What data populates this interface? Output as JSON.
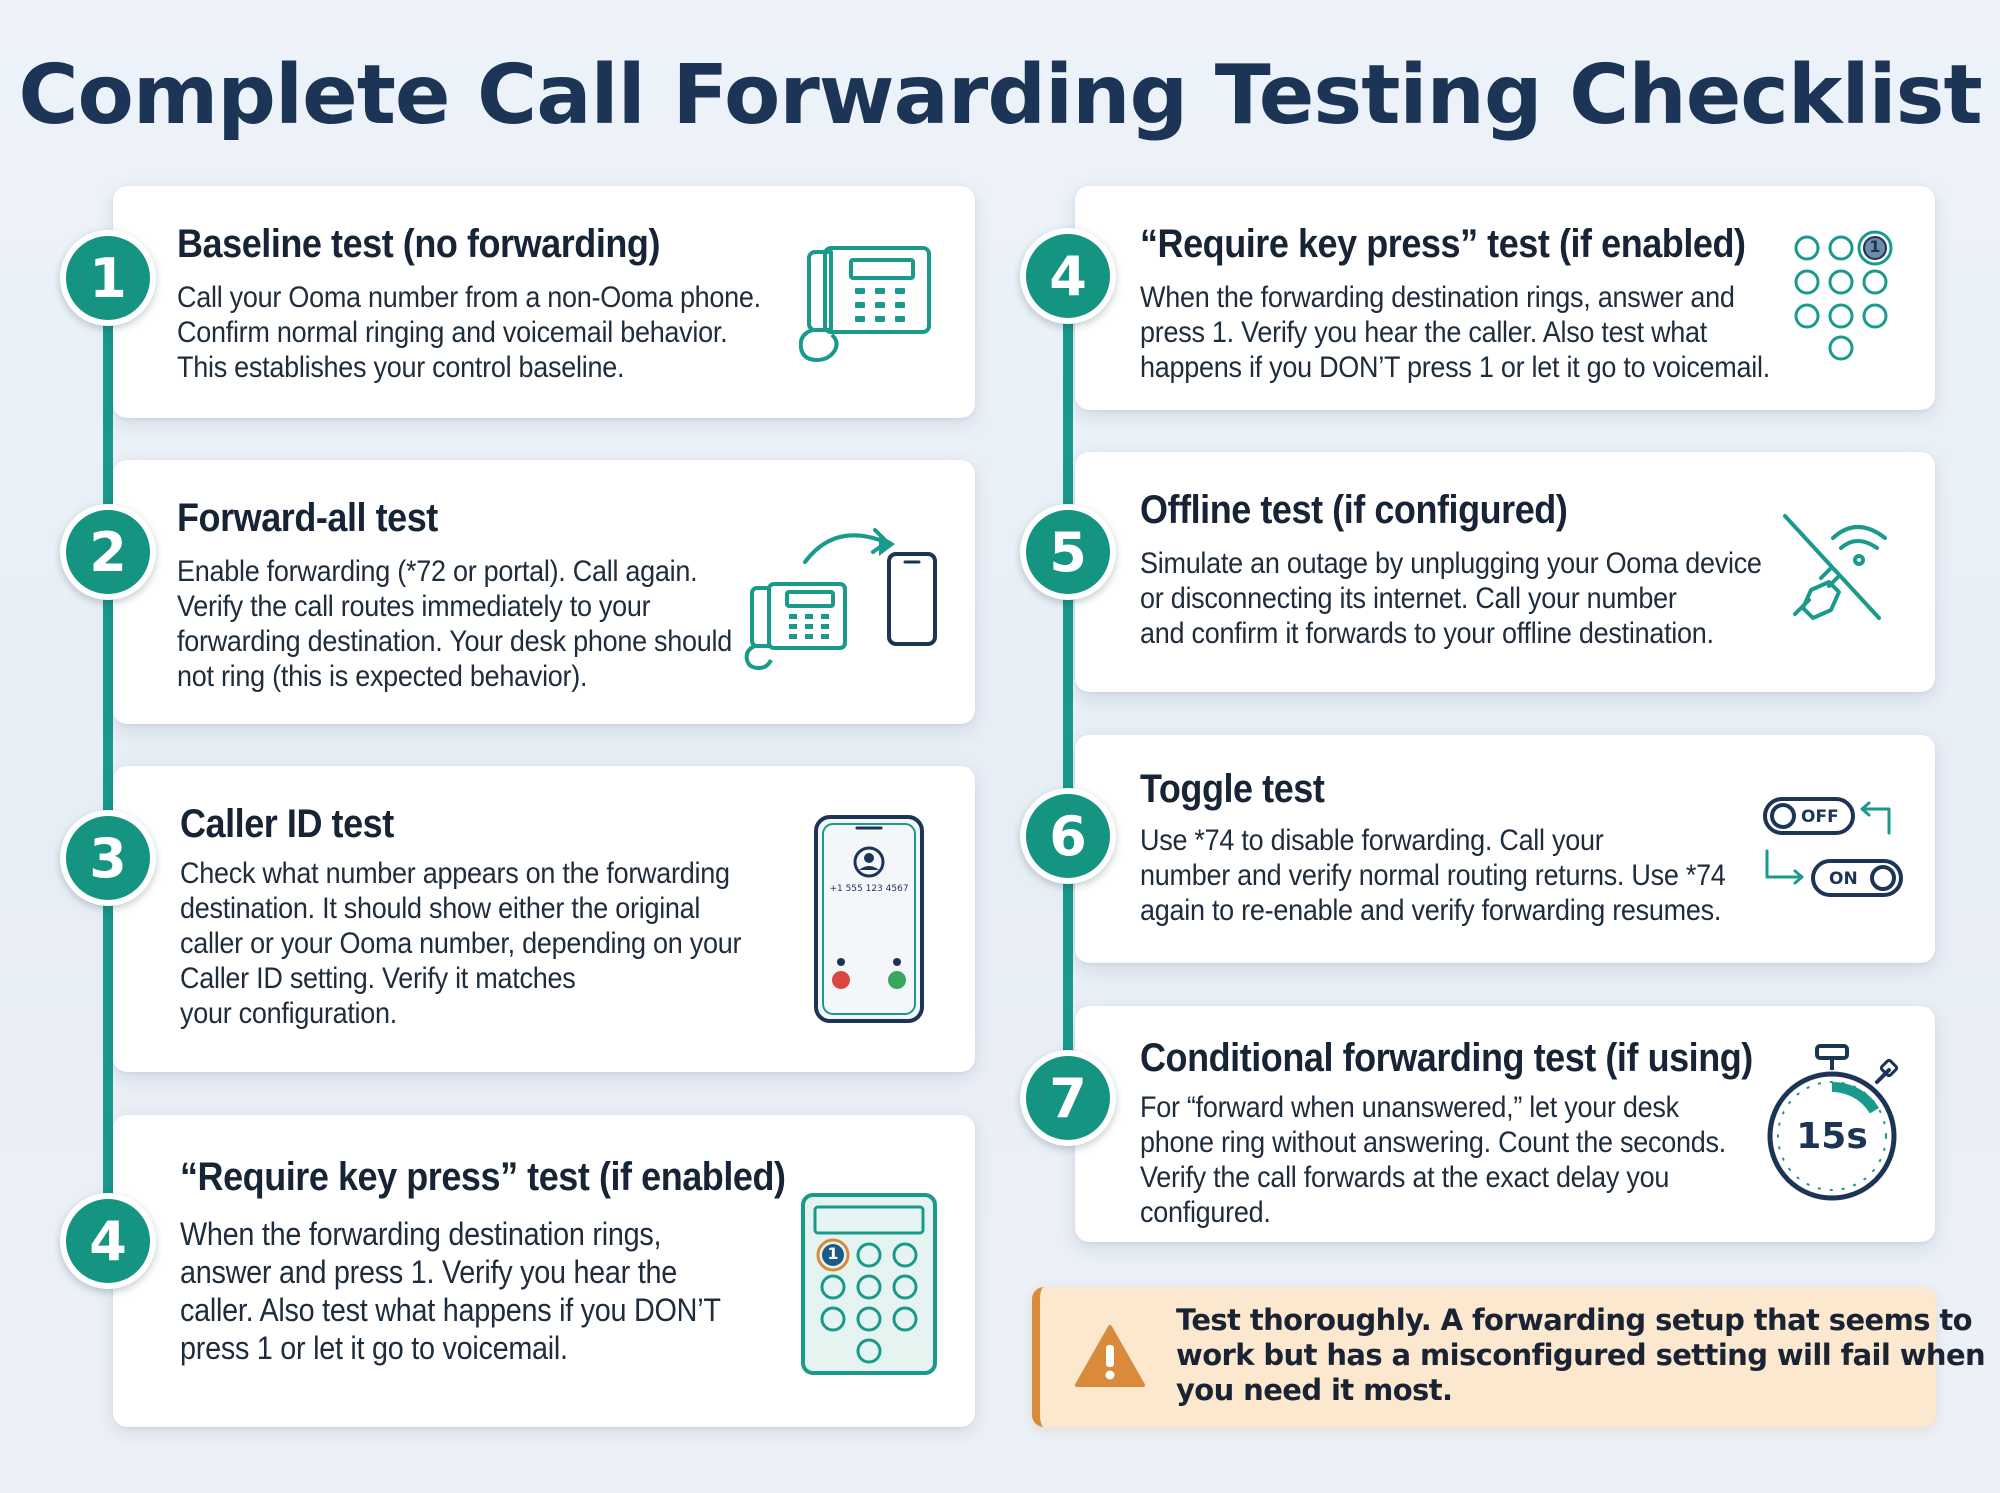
{
  "title": "Complete Call Forwarding Testing Checklist",
  "colors": {
    "teal": "#159482",
    "navy": "#1c3556",
    "warning_bg": "#fbe8cf",
    "warning_accent": "#d98a3a"
  },
  "left_steps": [
    {
      "number": "1",
      "title": "Baseline test (no forwarding)",
      "icon": "desk-phone-icon",
      "lines": [
        "Call your Ooma number from a non-Ooma phone.",
        "Confirm normal ringing and voicemail behavior.",
        "This establishes your control baseline."
      ]
    },
    {
      "number": "2",
      "title": "Forward-all test",
      "icon": "phone-forward-to-mobile-icon",
      "lines": [
        "Enable forwarding (*72 or portal). Call again.",
        "Verify the call routes immediately to your",
        "forwarding destination. Your desk phone should",
        "not ring (this is expected behavior)."
      ]
    },
    {
      "number": "3",
      "title": "Caller ID test",
      "icon": "mobile-caller-id-icon",
      "phone_number": "+1 555 123 4567",
      "lines": [
        "Check what number appears on the forwarding",
        "destination. It should show either the original",
        "caller or your Ooma number, depending on your",
        "Caller ID setting. Verify it matches",
        "your configuration."
      ]
    },
    {
      "number": "4",
      "title": "“Require key press” test (if enabled)",
      "icon": "keypad-phone-icon",
      "key": "1",
      "lines": [
        "When the forwarding destination rings,",
        "answer and press 1. Verify you hear the",
        "caller. Also test what happens if you DON’T",
        "press 1 or let it go to voicemail."
      ]
    }
  ],
  "right_steps": [
    {
      "number": "4",
      "title": "“Require key press” test (if enabled)",
      "icon": "keypad-icon",
      "key": "1",
      "lines": [
        "When the forwarding destination rings, answer and",
        "press 1. Verify you hear the caller. Also test what",
        "happens if you DON’T press 1 or let it go to voicemail."
      ]
    },
    {
      "number": "5",
      "title": "Offline test (if configured)",
      "icon": "unplugged-wifi-off-icon",
      "lines": [
        "Simulate an outage by unplugging your Ooma device",
        "or disconnecting its internet. Call your number",
        "and confirm it forwards to your offline destination."
      ]
    },
    {
      "number": "6",
      "title": "Toggle test",
      "icon": "toggle-switch-icon",
      "toggle_off": "OFF",
      "toggle_on": "ON",
      "lines": [
        "Use *74 to disable forwarding. Call your",
        "number and verify normal routing returns. Use *74",
        "again to re-enable and verify forwarding resumes."
      ]
    },
    {
      "number": "7",
      "title": "Conditional forwarding test (if using)",
      "icon": "stopwatch-icon",
      "timer": "15s",
      "lines": [
        "For “forward when unanswered,” let your desk",
        "phone ring without answering. Count the seconds.",
        "Verify the call forwards at the exact delay you",
        "configured."
      ]
    }
  ],
  "warning": {
    "icon": "warning-triangle-icon",
    "lines": [
      "Test thoroughly. A forwarding setup that seems to",
      "work but has a misconfigured setting will fail when",
      "you need it most."
    ]
  }
}
